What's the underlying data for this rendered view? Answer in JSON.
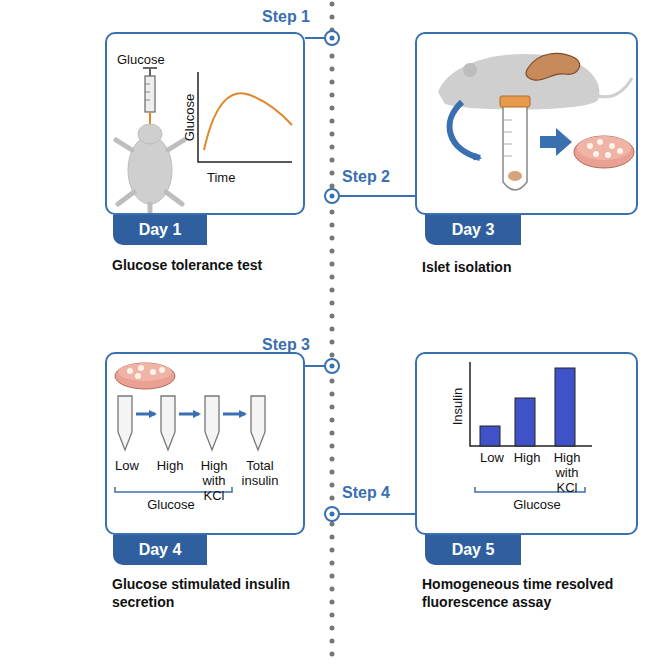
{
  "diagram": {
    "nodes": [
      {
        "text": [
          "Glucose",
          "Glucose",
          "Time",
          "Glucose tolerance test"
        ]
      },
      {
        "text": [
          "Day 1"
        ],
        "in": 0
      },
      {
        "text": [
          "Islet isolation"
        ]
      },
      {
        "text": [
          "Day 3"
        ],
        "in": 2
      },
      {
        "text": [
          "Low",
          "High",
          "High with KCl",
          "Total insulin",
          "Glucose",
          "Glucose stimulated insulin secretion"
        ]
      },
      {
        "text": [
          "Day 4"
        ],
        "in": 4
      },
      {
        "text": [
          "Insulin",
          "Low",
          "High",
          "High with KCl",
          "Glucose",
          "Homogeneous time resolved fluorescence assay"
        ]
      },
      {
        "text": [
          "Day 5"
        ],
        "in": 6
      }
    ],
    "labels": [
      "Step 1",
      "Step 2",
      "Step 3",
      "Step 4"
    ]
  }
}
